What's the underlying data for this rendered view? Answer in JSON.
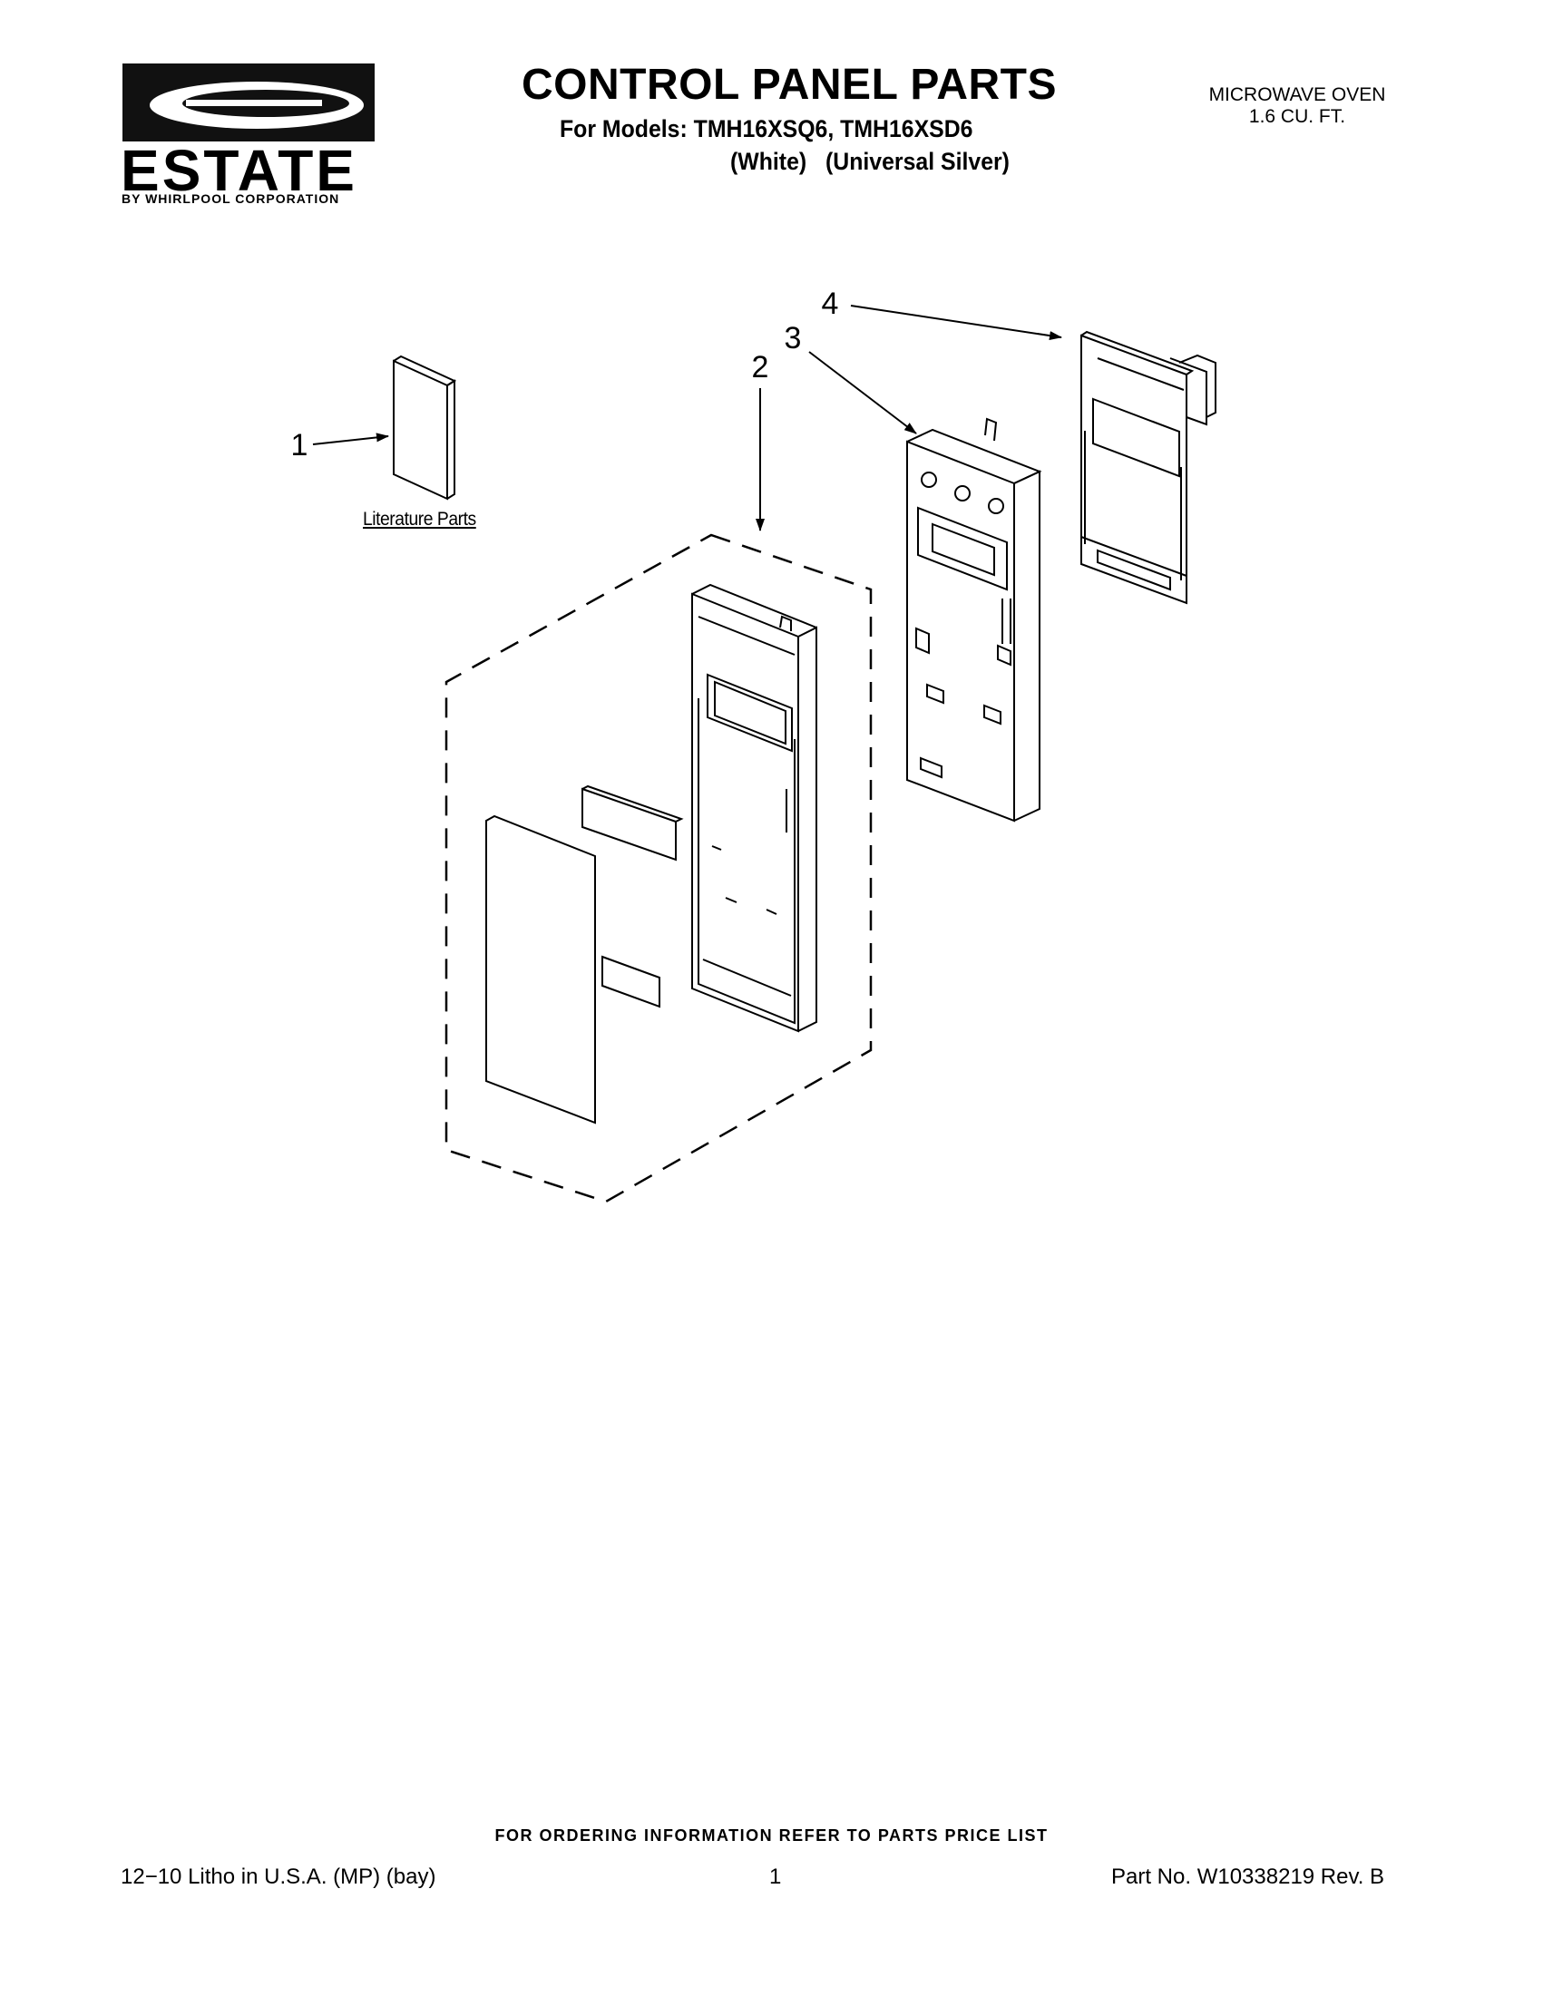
{
  "logo": {
    "wordmark": "ESTATE",
    "subtitle": "BY WHIRLPOOL CORPORATION"
  },
  "header": {
    "title": "CONTROL PANEL PARTS",
    "models": "For Models: TMH16XSQ6, TMH16XSD6",
    "finish_white": "(White)",
    "finish_silver": "(Universal Silver)"
  },
  "product": {
    "line1": "MICROWAVE OVEN",
    "line2": "1.6 CU. FT."
  },
  "diagram": {
    "callouts": [
      "1",
      "2",
      "3",
      "4"
    ],
    "literature_label": "Literature Parts"
  },
  "footer": {
    "order_note": "FOR ORDERING INFORMATION REFER TO PARTS PRICE LIST",
    "litho": "12−10 Litho in U.S.A. (MP) (bay)",
    "page": "1",
    "part_no": "Part No. W10338219 Rev. B"
  }
}
